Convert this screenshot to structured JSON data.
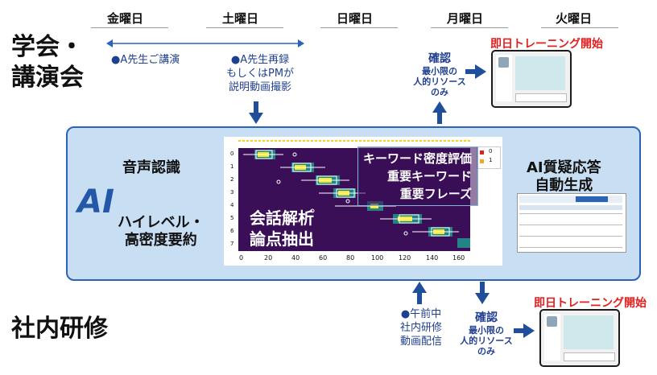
{
  "days": [
    "金曜日",
    "土曜日",
    "日曜日",
    "月曜日",
    "火曜日"
  ],
  "categories": {
    "academic": "学会・\n講演会",
    "internal": "社内研修"
  },
  "academic_notes": {
    "lecture": "●A先生ご講演",
    "rerecord": "●A先生再録\nもしくはPMが\n説明動画撮影"
  },
  "internal_notes": {
    "morning": "●午前中\n社内研修\n動画配信"
  },
  "confirm": {
    "main": "確認",
    "sub": "最小限の\n人的リソース\nのみ"
  },
  "training_start": "即日トレーニング開始",
  "ai_box": {
    "ai_label": "AI",
    "speech": "音声認識",
    "summary": "ハイレベル・\n高密度要約",
    "conversation": "会話解析\n論点抽出",
    "keywords": "キーワード密度評価\n重要キーワード\n重要フレーズ",
    "qa": "AI質疑応答\n自動生成"
  },
  "heatmap": {
    "y_ticks": [
      "0",
      "1",
      "2",
      "3",
      "4",
      "5",
      "6",
      "7"
    ],
    "x_ticks": [
      "0",
      "20",
      "40",
      "60",
      "80",
      "100",
      "120",
      "140",
      "160"
    ],
    "legend": [
      "0",
      "1"
    ],
    "colors": {
      "background": "#3a0f57",
      "mid": "#21908c",
      "high": "#fde725",
      "legend0": "#e0201f",
      "legend1": "#f5a623"
    }
  },
  "colors": {
    "accent": "#1f4e9a",
    "box_fill": "#c7def3",
    "box_border": "#2c62b8",
    "highlight": "#e0201f"
  }
}
